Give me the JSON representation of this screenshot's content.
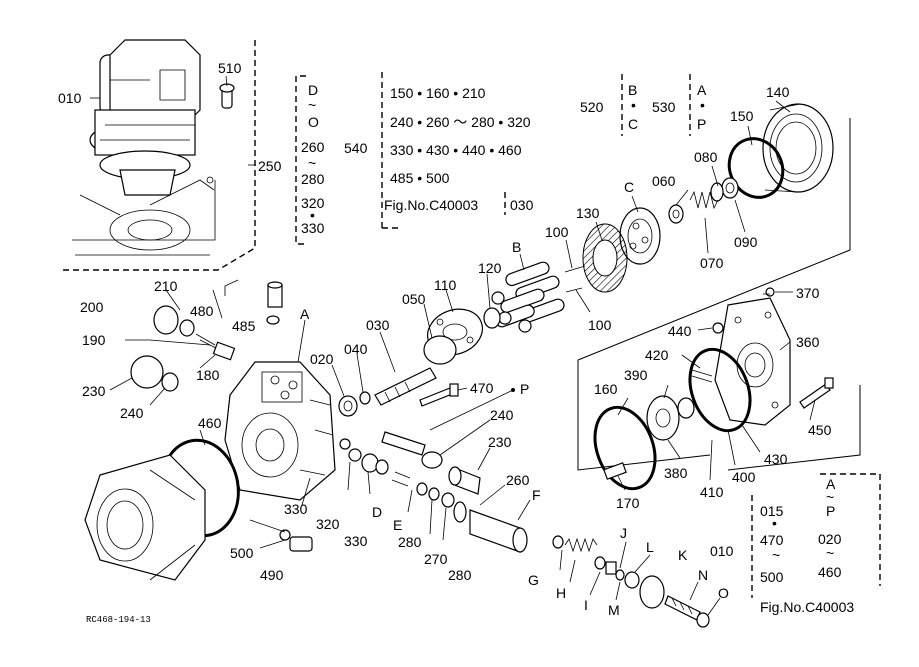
{
  "labels": {
    "l010a": "010",
    "l510": "510",
    "l250": "250",
    "l540": "540",
    "l520": "520",
    "l530": "530",
    "l140": "140",
    "l150": "150",
    "l080": "080",
    "l060": "060",
    "lC": "C",
    "l090": "090",
    "l070": "070",
    "l130": "130",
    "l100a": "100",
    "l100b": "100",
    "lB": "B",
    "l120": "120",
    "l110": "110",
    "l050": "050",
    "l030": "030",
    "l040": "040",
    "l020": "020",
    "l470": "470",
    "lP": "P",
    "l480": "480",
    "l485": "485",
    "l210": "210",
    "l200": "200",
    "l190": "190",
    "l180": "180",
    "lA": "A",
    "l230a": "230",
    "l240a": "240",
    "l460": "460",
    "l240b": "240",
    "l230b": "230",
    "l260": "260",
    "lF": "F",
    "l330a": "330",
    "l320": "320",
    "l330b": "330",
    "lD": "D",
    "lE": "E",
    "l280a": "280",
    "l270": "270",
    "l280b": "280",
    "l500": "500",
    "l490": "490",
    "lG": "G",
    "lH": "H",
    "lI": "I",
    "lJ": "J",
    "lL": "L",
    "lM": "M",
    "lK": "K",
    "lN": "N",
    "lO": "O",
    "l010b": "010",
    "l370": "370",
    "l440": "440",
    "l360": "360",
    "l420": "420",
    "l390": "390",
    "l160": "160",
    "l380": "380",
    "l450": "450",
    "l430": "430",
    "l400": "400",
    "l410": "410",
    "l170": "170"
  },
  "group_d330": [
    "D",
    "~",
    "O",
    "260",
    "~",
    "280",
    "320",
    "•",
    "330"
  ],
  "group_540": [
    "150 • 160 • 210",
    "240 • 260 ～ 280 • 320",
    "330 • 430 • 440 • 460",
    "485 • 500",
    "Fig.No.C40003"
  ],
  "group_540_ref": "030",
  "group_bc": [
    "B",
    "•",
    "C"
  ],
  "group_ap": [
    "A",
    "•",
    "P"
  ],
  "group_right": {
    "left": [
      "015",
      "•",
      "470",
      "~",
      "500"
    ],
    "right": [
      "A",
      "~",
      "P",
      "020",
      "~",
      "460"
    ],
    "fig": "Fig.No.C40003"
  },
  "footer_code": "RC468-194-13"
}
